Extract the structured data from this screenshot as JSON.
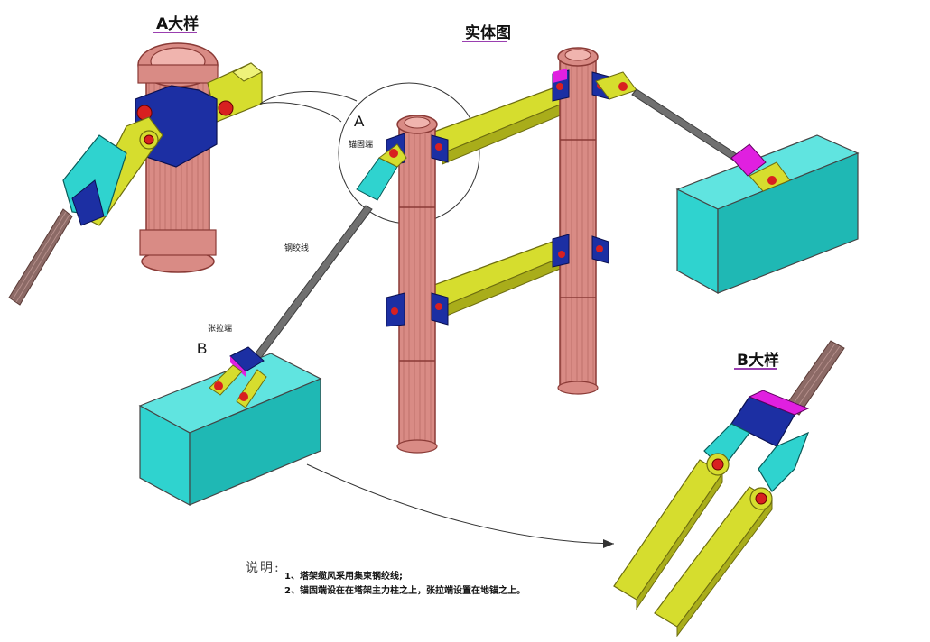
{
  "titles": {
    "detail_a": "A大样",
    "solid": "实体图",
    "detail_b": "B大样"
  },
  "labels": {
    "a": "A",
    "b": "B",
    "anchor_end": "锚固端",
    "steel_strand": "钢绞线",
    "tension_end": "张拉端"
  },
  "notes": {
    "heading": "说明:",
    "item1": "1、塔架缆风采用集束钢绞线;",
    "item2": "2、锚固端设在在塔架主力柱之上，张拉端设置在地锚之上。"
  },
  "colors": {
    "column": "#d98b85",
    "column_line": "#8a3a36",
    "beam": "#d6dd2e",
    "block": "#2fd3cf",
    "bracket": "#1c2fa3",
    "pin": "#d82020",
    "cable": "#707070",
    "magenta": "#e020e0"
  }
}
